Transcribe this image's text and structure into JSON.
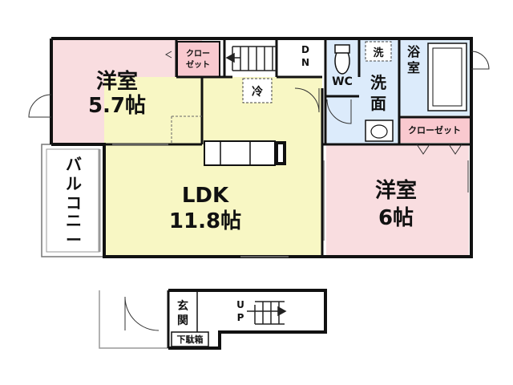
{
  "rooms": {
    "western_room_1": {
      "name": "洋室",
      "size": "5.7帖"
    },
    "western_room_2": {
      "name": "洋室",
      "size": "6帖"
    },
    "ldk": {
      "name": "LDK",
      "size": "11.8帖"
    }
  },
  "closets": {
    "closet_1_line1": "クロー",
    "closet_1_line2": "ゼット",
    "closet_2": "クローゼット"
  },
  "utilities": {
    "fridge": "冷",
    "washer": "洗",
    "wc": "WC",
    "washroom_line1": "洗",
    "washroom_line2": "面",
    "bath_line1": "浴",
    "bath_line2": "室"
  },
  "balcony": [
    "バ",
    "ル",
    "コ",
    "ニ",
    "ー"
  ],
  "stairs": {
    "down": [
      "D",
      "N"
    ],
    "up": [
      "U",
      "P"
    ]
  },
  "entrance": {
    "line1": "玄",
    "line2": "関",
    "shoe_box": "下駄箱"
  },
  "colors": {
    "western_room": "#f9dde0",
    "ldk": "#f8f7c4",
    "wet_area": "#dcebfb",
    "closet": "#f9c9cf",
    "wall": "#111111"
  }
}
